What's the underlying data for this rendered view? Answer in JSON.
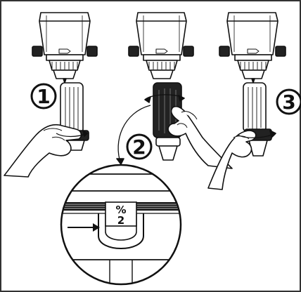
{
  "steps": [
    {
      "number": "1"
    },
    {
      "number": "2"
    },
    {
      "number": "3"
    }
  ],
  "detail": {
    "label_top": "%",
    "label_bottom": "2"
  },
  "colors": {
    "ink": "#111111",
    "grip": "#222222",
    "paper": "#ffffff",
    "border": "#333333"
  }
}
